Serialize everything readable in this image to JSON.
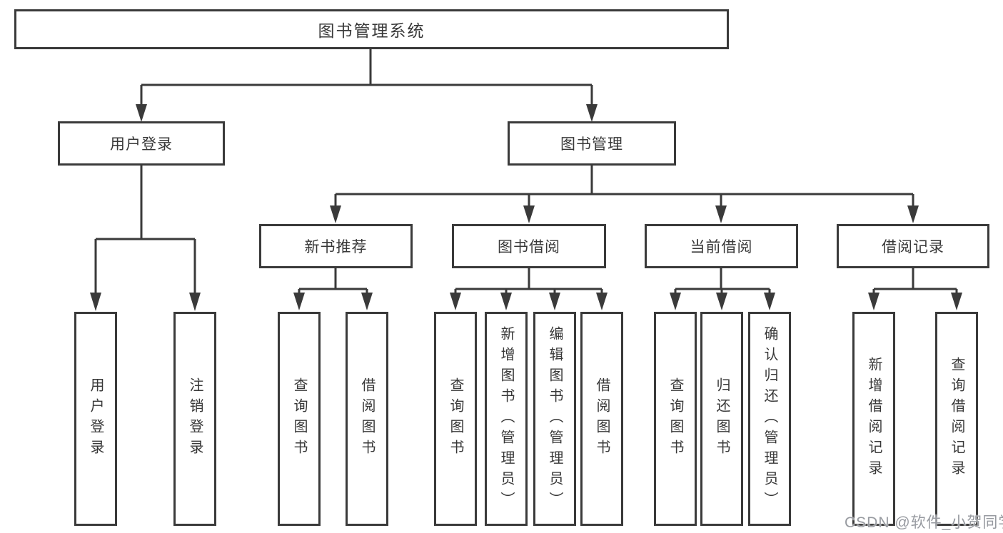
{
  "diagram": {
    "watermark": "CSDN @软件_小贺同学",
    "colors": {
      "line": "#3a3a3a",
      "ink": "#383838",
      "background": "#ffffff",
      "watermark": "#979aa0"
    },
    "tree": {
      "root": {
        "label": "图书管理系统",
        "children": [
          {
            "label": "用户登录",
            "children": [
              {
                "label": "用户登录"
              },
              {
                "label": "注销登录"
              }
            ]
          },
          {
            "label": "图书管理",
            "children": [
              {
                "label": "新书推荐",
                "children": [
                  {
                    "label": "查询图书"
                  },
                  {
                    "label": "借阅图书"
                  }
                ]
              },
              {
                "label": "图书借阅",
                "children": [
                  {
                    "label": "查询图书"
                  },
                  {
                    "label": "新增图书（管理员）"
                  },
                  {
                    "label": "编辑图书（管理员）"
                  },
                  {
                    "label": "借阅图书"
                  }
                ]
              },
              {
                "label": "当前借阅",
                "children": [
                  {
                    "label": "查询图书"
                  },
                  {
                    "label": "归还图书"
                  },
                  {
                    "label": "确认归还（管理员）"
                  }
                ]
              },
              {
                "label": "借阅记录",
                "children": [
                  {
                    "label": "新增借阅记录"
                  },
                  {
                    "label": "查询借阅记录"
                  }
                ]
              }
            ]
          }
        ]
      }
    }
  }
}
